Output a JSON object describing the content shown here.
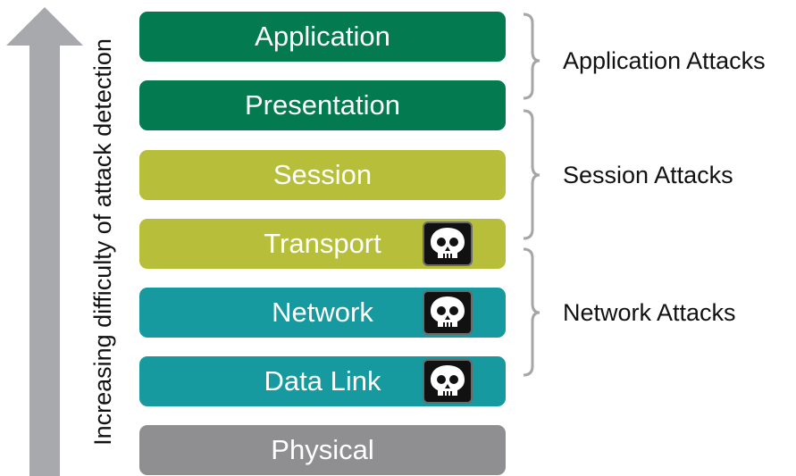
{
  "axis_label": "Increasing difficulty of attack detection",
  "colors": {
    "application": "#037a50",
    "session": "#b7bf3a",
    "network": "#169aa0",
    "physical": "#8f8f92",
    "arrow": "#a8a9ac",
    "brace": "#a6a6a6"
  },
  "layers": [
    {
      "name": "Application",
      "color_key": "application",
      "icon": "none"
    },
    {
      "name": "Presentation",
      "color_key": "application",
      "icon": "none"
    },
    {
      "name": "Session",
      "color_key": "session",
      "icon": "none"
    },
    {
      "name": "Transport",
      "color_key": "session",
      "icon": "skull-icon"
    },
    {
      "name": "Network",
      "color_key": "network",
      "icon": "skull-icon"
    },
    {
      "name": "Data Link",
      "color_key": "network",
      "icon": "skull-icon"
    },
    {
      "name": "Physical",
      "color_key": "physical",
      "icon": "none"
    }
  ],
  "groups": [
    {
      "label": "Application Attacks",
      "layers": [
        "Application",
        "Presentation"
      ]
    },
    {
      "label": "Session Attacks",
      "layers": [
        "Presentation",
        "Session",
        "Transport"
      ]
    },
    {
      "label": "Network Attacks",
      "layers": [
        "Transport",
        "Network",
        "Data Link"
      ]
    }
  ]
}
